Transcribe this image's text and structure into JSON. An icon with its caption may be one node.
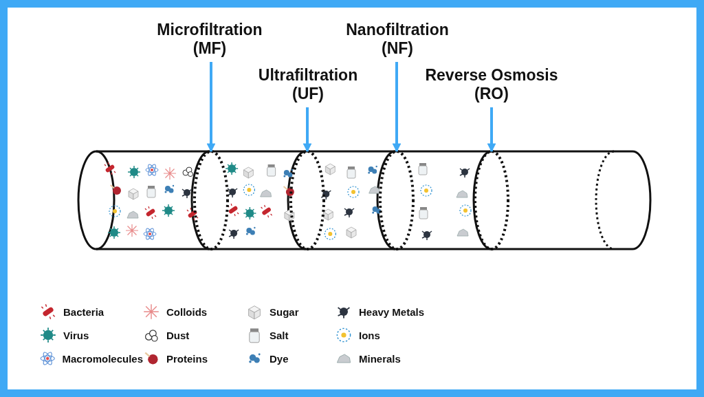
{
  "diagram": {
    "nodes": [
      {
        "text": [
          "Microfiltration (MF)"
        ]
      },
      {
        "text": [
          "Ultrafiltration (UF)"
        ]
      },
      {
        "text": [
          "Nanofiltration (NF)"
        ]
      },
      {
        "text": [
          "Reverse Osmosis (RO)"
        ]
      },
      {
        "text": [],
        "shape": "ellipse"
      },
      {
        "text": [],
        "shape": "ellipse"
      },
      {
        "text": [],
        "shape": "ellipse"
      },
      {
        "text": [],
        "shape": "ellipse"
      }
    ],
    "edges": [
      {
        "from": 0,
        "to": 4,
        "arrow": "to"
      },
      {
        "from": 1,
        "to": 5,
        "arrow": "to"
      },
      {
        "from": 2,
        "to": 6,
        "arrow": "to"
      },
      {
        "from": 3,
        "to": 7,
        "arrow": "to"
      }
    ],
    "legend": [
      {
        "text": "Bacteria"
      },
      {
        "text": "Virus"
      },
      {
        "text": "Macromolecules"
      },
      {
        "text": "Colloids"
      },
      {
        "text": "Dust"
      },
      {
        "text": "Proteins"
      },
      {
        "text": "Sugar"
      },
      {
        "text": "Salt"
      },
      {
        "text": "Dye"
      },
      {
        "text": "Heavy Metals"
      },
      {
        "text": "Ions"
      },
      {
        "text": "Minerals"
      }
    ]
  }
}
